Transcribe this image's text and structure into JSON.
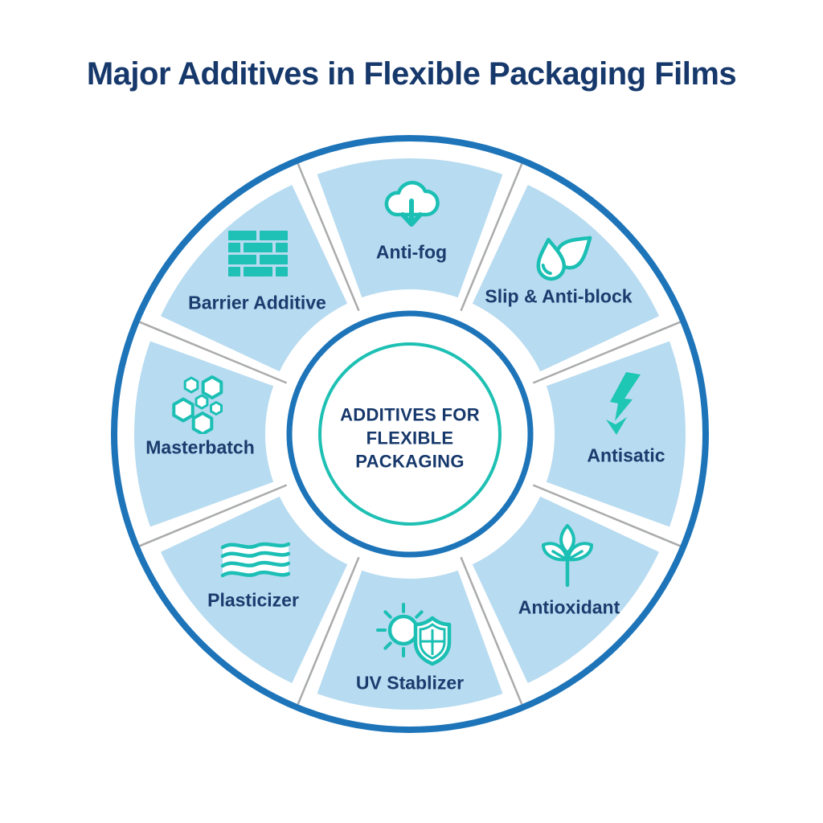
{
  "title": "Major Additives in Flexible Packaging Films",
  "center_label": "ADDITIVES FOR FLEXIBLE PACKAGING",
  "segments": [
    {
      "id": "anti-fog",
      "label": "Anti-fog",
      "icon": "cloud-arrow-down-icon"
    },
    {
      "id": "slip-anti-block",
      "label": "Slip & Anti-block",
      "icon": "water-drops-icon"
    },
    {
      "id": "antistatic",
      "label": "Antisatic",
      "icon": "lightning-bolt-icon"
    },
    {
      "id": "antioxidant",
      "label": "Antioxidant",
      "icon": "leaf-icon"
    },
    {
      "id": "uv-stabilizer",
      "label": "UV Stablizer",
      "icon": "sun-shield-icon"
    },
    {
      "id": "plasticizer",
      "label": "Plasticizer",
      "icon": "waves-icon"
    },
    {
      "id": "masterbatch",
      "label": "Masterbatch",
      "icon": "hexagon-pellets-icon"
    },
    {
      "id": "barrier-additive",
      "label": "Barrier Additive",
      "icon": "brick-wall-icon"
    }
  ],
  "colors": {
    "navy_text": "#16386b",
    "teal_accent": "#1bbfb4",
    "segment_blue": "#b7dbf0",
    "ring_blue": "#1d74b8",
    "divider_gray": "#a9abad",
    "background": "#ffffff"
  }
}
